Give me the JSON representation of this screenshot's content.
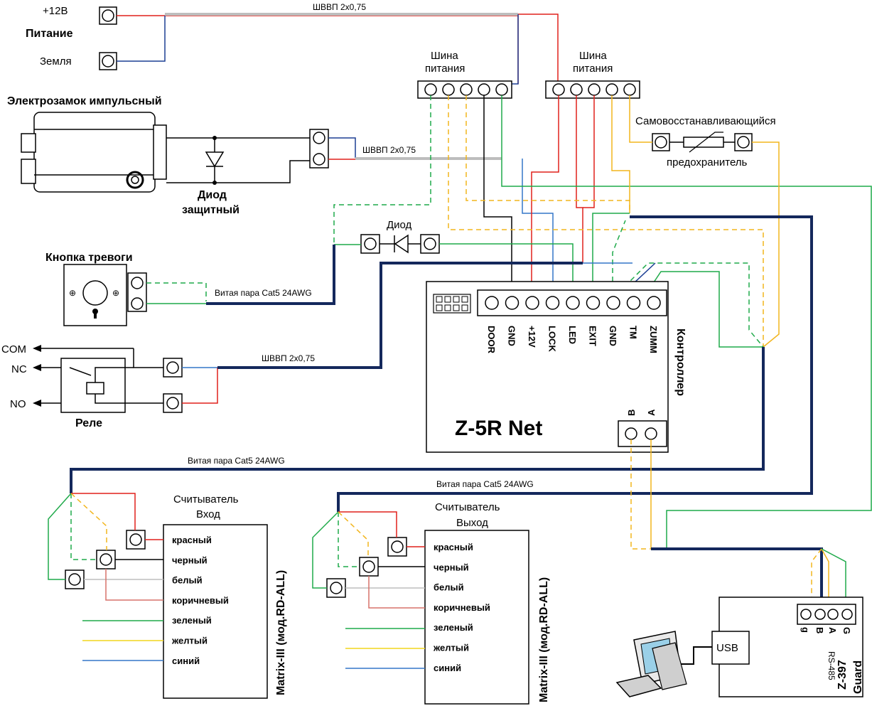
{
  "power": {
    "plus12": "+12В",
    "title": "Питание",
    "ground": "Земля"
  },
  "cables": {
    "shvvp_top": "ШВВП 2х0,75",
    "shvvp_lock": "ШВВП 2х0,75",
    "shvvp_relay": "ШВВП 2х0,75",
    "cat5_button": "Витая пара Cat5 24AWG",
    "cat5_reader_in": "Витая пара Cat5 24AWG",
    "cat5_reader_out": "Витая пара Cat5 24AWG"
  },
  "bus": {
    "left_line1": "Шина",
    "left_line2": "питания",
    "right_line1": "Шина",
    "right_line2": "питания"
  },
  "lock": {
    "title": "Электрозамок импульсный",
    "diode_line1": "Диод",
    "diode_line2": "защитный"
  },
  "fuse": {
    "line1": "Самовосстанавливающийся",
    "line2": "предохранитель"
  },
  "diode": {
    "label": "Диод"
  },
  "button": {
    "title": "Кнопка тревоги"
  },
  "relay": {
    "title": "Реле",
    "com": "COM",
    "nc": "NC",
    "no": "NO"
  },
  "controller": {
    "name": "Z-5R Net",
    "label": "Контроллер",
    "pins": [
      "DOOR",
      "GND",
      "+12V",
      "LOCK",
      "LED",
      "EXIT",
      "GND",
      "TM",
      "ZUMM"
    ],
    "rs_b": "B",
    "rs_a": "A"
  },
  "reader_in": {
    "title_line1": "Считыватель",
    "title_line2": "Вход",
    "model": "Matrix-III (мод.RD-ALL)",
    "wires": [
      "красный",
      "черный",
      "белый",
      "коричневый",
      "зеленый",
      "желтый",
      "синий"
    ]
  },
  "reader_out": {
    "title_line1": "Считыватель",
    "title_line2": "Выход",
    "model": "Matrix-III (мод.RD-ALL)",
    "wires": [
      "красный",
      "черный",
      "белый",
      "коричневый",
      "зеленый",
      "желтый",
      "синий"
    ]
  },
  "converter": {
    "usb": "USB",
    "model": "Z-397",
    "model2": "Guard",
    "pins": [
      "g",
      "B",
      "A",
      "G"
    ],
    "rs485": "RS-485"
  },
  "colors": {
    "red": "#e0211b",
    "blue": "#1c3f94",
    "green": "#1faa4a",
    "yellow": "#f2b51d",
    "gray": "#bdbdbd",
    "navy": "#14285c",
    "brown": "#d7726a",
    "wire_blue": "#3477c8"
  }
}
